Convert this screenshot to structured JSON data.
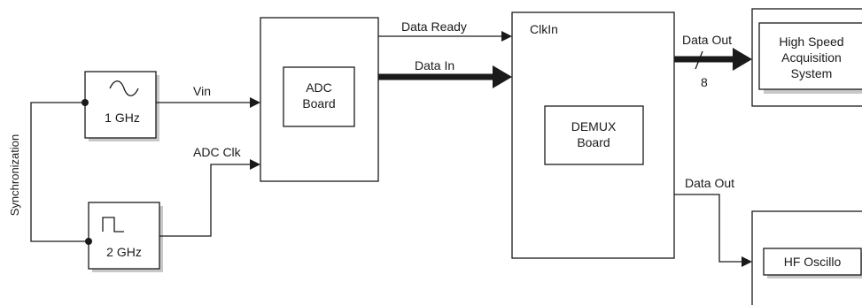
{
  "blocks": {
    "sine_source": {
      "label": "1 GHz",
      "icon": "sine-wave-icon"
    },
    "square_source": {
      "label": "2 GHz",
      "icon": "square-pulse-icon"
    },
    "adc_board": {
      "line1": "ADC",
      "line2": "Board"
    },
    "clkin": {
      "label": "ClkIn"
    },
    "demux_board": {
      "line1": "DEMUX",
      "line2": "Board"
    },
    "acquisition": {
      "line1": "High Speed",
      "line2": "Acquisition",
      "line3": "System"
    },
    "oscillo": {
      "label": "HF Oscillo"
    }
  },
  "signals": {
    "synchronization": "Synchronization",
    "vin": "Vin",
    "adc_clk": "ADC Clk",
    "data_ready": "Data Ready",
    "data_in": "Data In",
    "data_out_bus": "Data Out",
    "bus_width": "8",
    "data_out": "Data Out"
  }
}
